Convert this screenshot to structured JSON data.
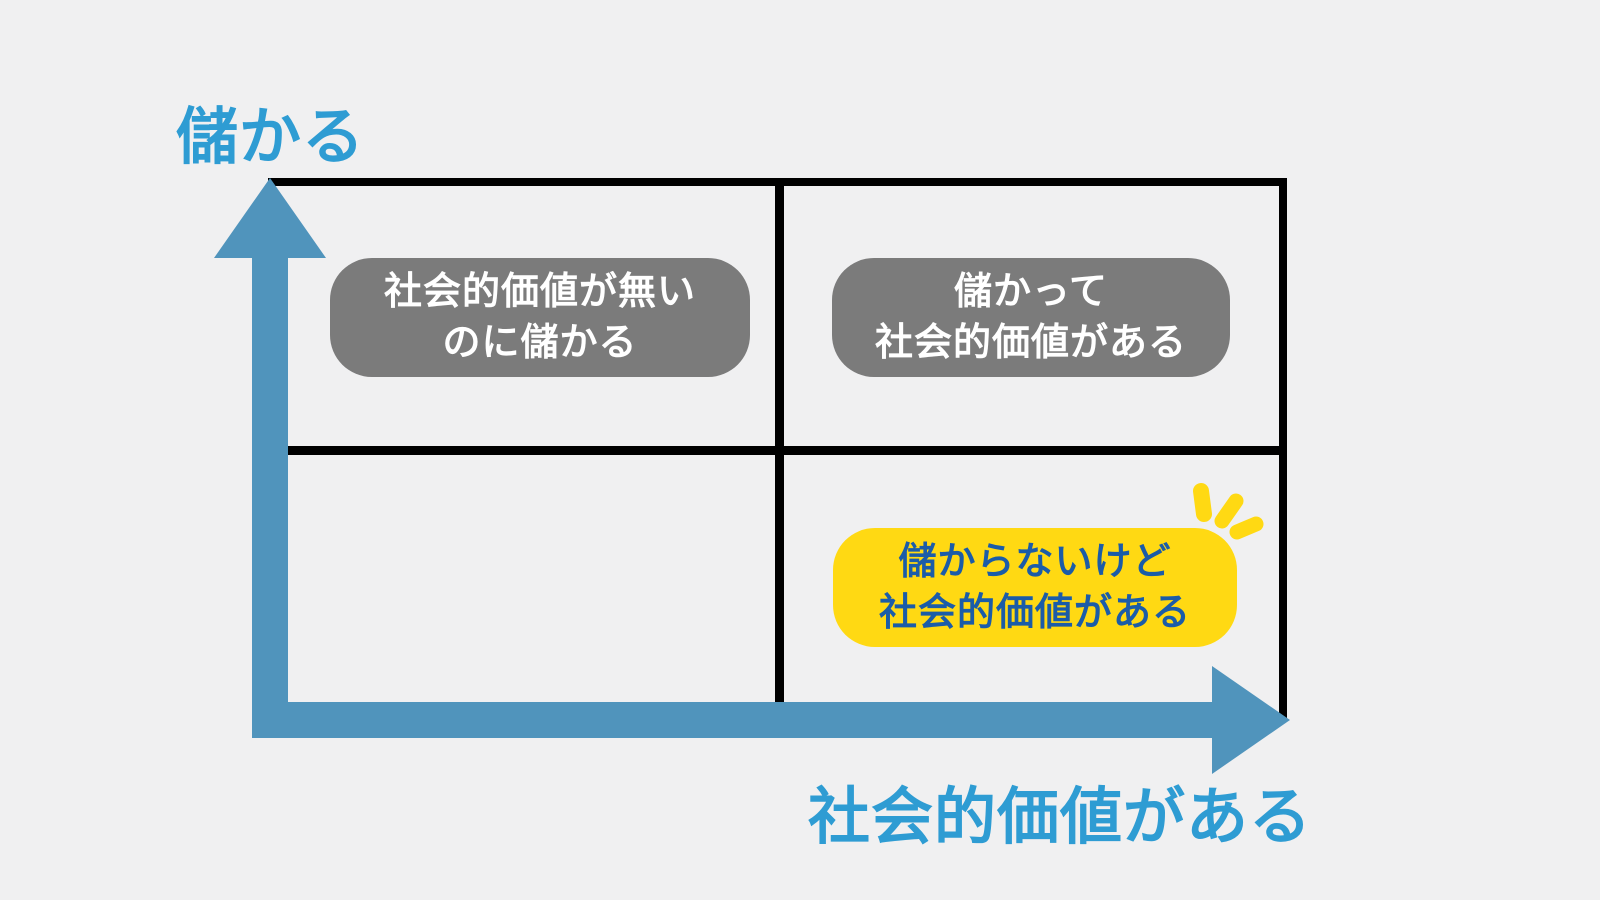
{
  "diagram": {
    "type": "2x2-quadrant-matrix",
    "y_axis_label": "儲かる",
    "x_axis_label": "社会的価値がある",
    "quadrants": [
      {
        "position": "top-left",
        "label": "社会的価値が無い\nのに儲かる",
        "highlighted": false
      },
      {
        "position": "top-right",
        "label": "儲かって\n社会的価値がある",
        "highlighted": false
      },
      {
        "position": "bottom-left",
        "label": "",
        "highlighted": false
      },
      {
        "position": "bottom-right",
        "label": "儲からないけど\n社会的価値がある",
        "highlighted": true,
        "emphasis_icon": "sparkle-burst"
      }
    ],
    "colors": {
      "background": "#F0F0F1",
      "axis_arrow": "#5094BC",
      "axis_label_text": "#2E9CD3",
      "grid_line": "#000000",
      "gray_box": "#7B7B7B",
      "gray_box_text": "#FFFFFF",
      "highlight_box": "#FFD913",
      "highlight_box_text": "#1B5CA8"
    }
  }
}
